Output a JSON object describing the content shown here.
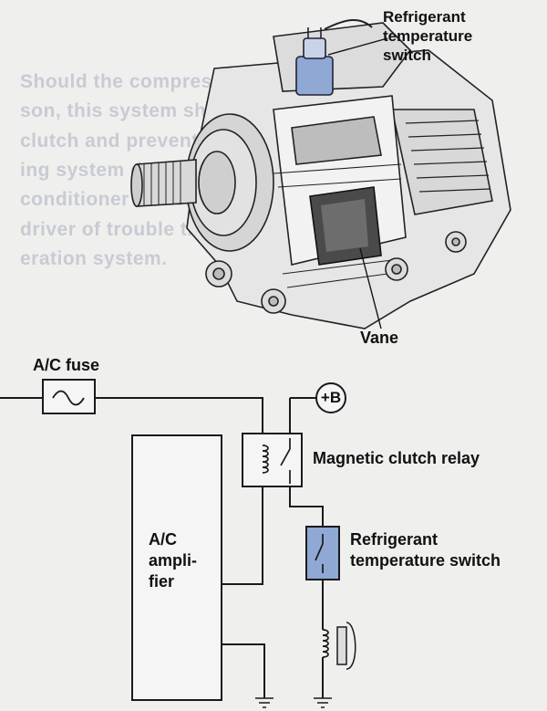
{
  "background_text": [
    "Should the compressor lock up for some rea-",
    "son, this system shuts off the magnetic",
    "clutch and prevents possible power steer-",
    "ing system damage. It also causes the air",
    "conditioner switch indicator to inform the",
    "driver of trouble that is possible in the refrig-",
    "eration system."
  ],
  "callouts": {
    "refrigerant_switch_top": [
      "Refrigerant",
      "temperature",
      "switch"
    ],
    "vane": "Vane"
  },
  "circuit": {
    "fuse_label": "A/C fuse",
    "battery_label": "+B",
    "relay_label": "Magnetic clutch relay",
    "amplifier_label": [
      "A/C",
      "ampli-",
      "fier"
    ],
    "switch_label": [
      "Refrigerant",
      "temperature switch"
    ]
  },
  "colors": {
    "switch_highlight": "#8fa8d4",
    "vane_shade": "#4a4a4a",
    "line": "#1a1a1a"
  }
}
